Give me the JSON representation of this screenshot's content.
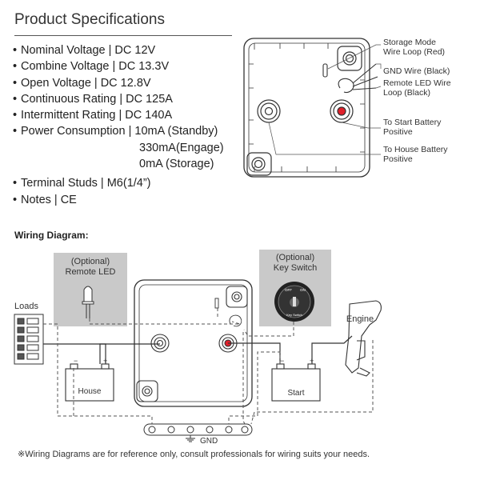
{
  "header": {
    "title": "Product Specifications"
  },
  "specs": {
    "nominal_voltage": "Nominal Voltage | DC 12V",
    "combine_voltage": "Combine Voltage | DC 13.3V",
    "open_voltage": "Open Voltage | DC 12.8V",
    "continuous_rating": "Continuous Rating | DC 125A",
    "intermittent_rating": "Intermittent Rating | DC 140A",
    "power_consumption": "Power Consumption | 10mA (Standby)",
    "power_engage": "330mA(Engage)",
    "power_storage": "0mA (Storage)",
    "terminal_studs": "Terminal Studs | M6(1/4”)",
    "notes": "Notes | CE"
  },
  "product_callouts": {
    "storage_loop_1": "Storage Mode",
    "storage_loop_2": "Wire Loop (Red)",
    "gnd_wire": "GND Wire (Black)",
    "remote_led_loop_1": "Remote LED Wire",
    "remote_led_loop_2": "Loop (Black)",
    "start_positive_1": "To Start Battery",
    "start_positive_2": "Positive",
    "house_positive_1": "To House Battery",
    "house_positive_2": "Positive"
  },
  "wiring": {
    "title": "Wiring Diagram:",
    "remote_led_1": "(Optional)",
    "remote_led_2": "Remote LED",
    "key_switch_1": "(Optional)",
    "key_switch_2": "Key Switch",
    "switch_off": "OFF",
    "switch_on": "ON",
    "switch_maker": "Key Switch",
    "loads": "Loads",
    "engine": "Engine",
    "house": "House",
    "start": "Start",
    "gnd": "GND",
    "footnote": "※Wiring Diagrams are for reference only, consult professionals for wiring suits your needs."
  },
  "colors": {
    "terminal_red": "#e0202a",
    "panel_gray": "#c9c9c9",
    "line": "#333333"
  }
}
